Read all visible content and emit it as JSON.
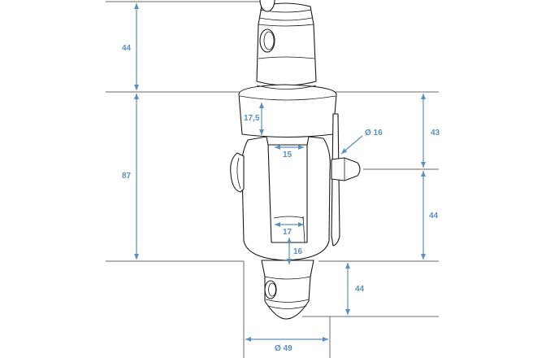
{
  "diagram": {
    "subject": "conical truss connector spigot dimension drawing",
    "colors": {
      "dimension": "#5a8fc0",
      "extension_line": "#6b6b6b",
      "outline": "#1a1a1a",
      "background": "#ffffff"
    },
    "dimensions": {
      "top_cone_height": "44",
      "body_height": "87",
      "collar_height": "17,5",
      "slot_width_top": "15",
      "pin_hole_diameter": "Ø 16",
      "right_upper_height": "43",
      "right_lower_height": "44",
      "slot_width_bottom": "17",
      "slot_bottom_wall": "16",
      "bottom_cone_height": "44",
      "outer_diameter": "Ø 49"
    }
  }
}
